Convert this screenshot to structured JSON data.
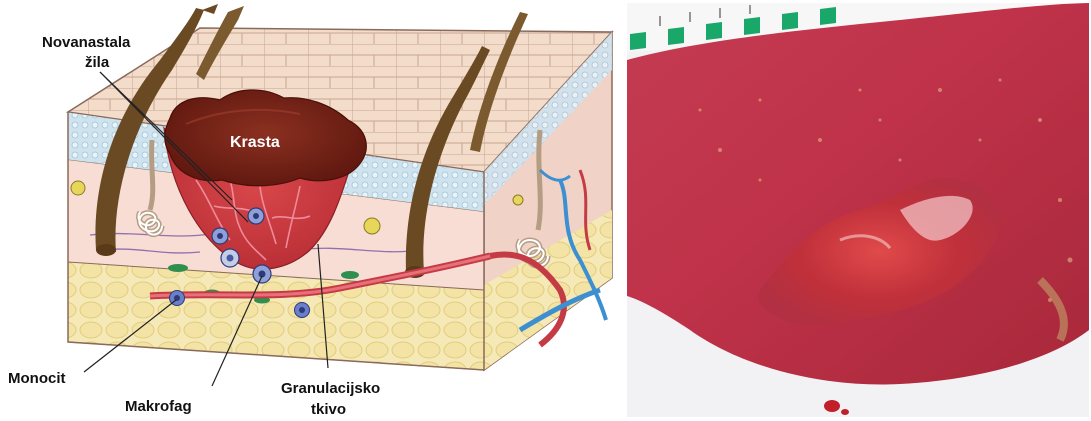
{
  "labels": {
    "vessel_line1": "Novanastala",
    "vessel_line2": "žila",
    "scab": "Krasta",
    "monocyte": "Monocit",
    "macrophage": "Makrofag",
    "granulation_line1": "Granulacijsko",
    "granulation_line2": "tkivo"
  },
  "colors": {
    "skin_top": "#f2d7c6",
    "epidermis": "#cfe3ef",
    "dermis": "#f7ddd3",
    "fat": "#f3e3a4",
    "scab": "#7a2218",
    "wound_bed": "#c83a3a",
    "hair": "#6a4a22",
    "vessel_red": "#d94b52",
    "vessel_blue": "#3c8fd0",
    "photo_wound": "#b8303e"
  }
}
